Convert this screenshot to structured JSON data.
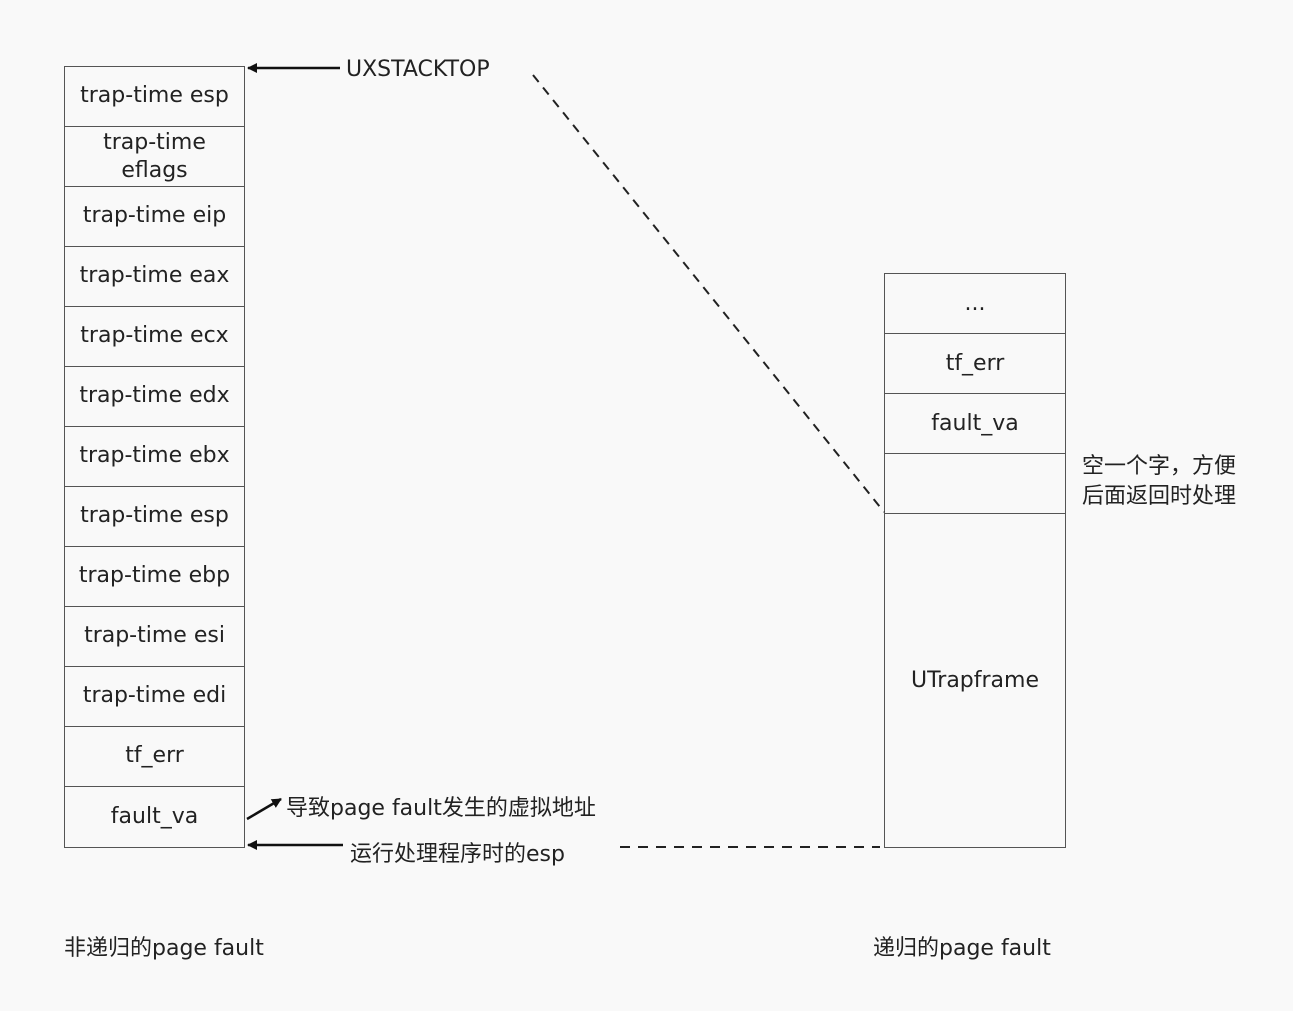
{
  "left_stack": {
    "cells": [
      "trap-time esp",
      "trap-time eflags",
      "trap-time eip",
      "trap-time eax",
      "trap-time ecx",
      "trap-time edx",
      "trap-time ebx",
      "trap-time esp",
      "trap-time ebp",
      "trap-time esi",
      "trap-time edi",
      "tf_err",
      "fault_va"
    ]
  },
  "right_stack": {
    "cells": [
      "...",
      "tf_err",
      "fault_va",
      "",
      "UTrapframe"
    ]
  },
  "annotations": {
    "uxstacktop": "UXSTACKTOP",
    "fault_addr": "导致page fault发生的虚拟地址",
    "handler_esp": "运行处理程序时的esp",
    "empty_word_line1": "空一个字，方便",
    "empty_word_line2": "后面返回时处理"
  },
  "captions": {
    "left": "非递归的page fault",
    "right": "递归的page fault"
  }
}
